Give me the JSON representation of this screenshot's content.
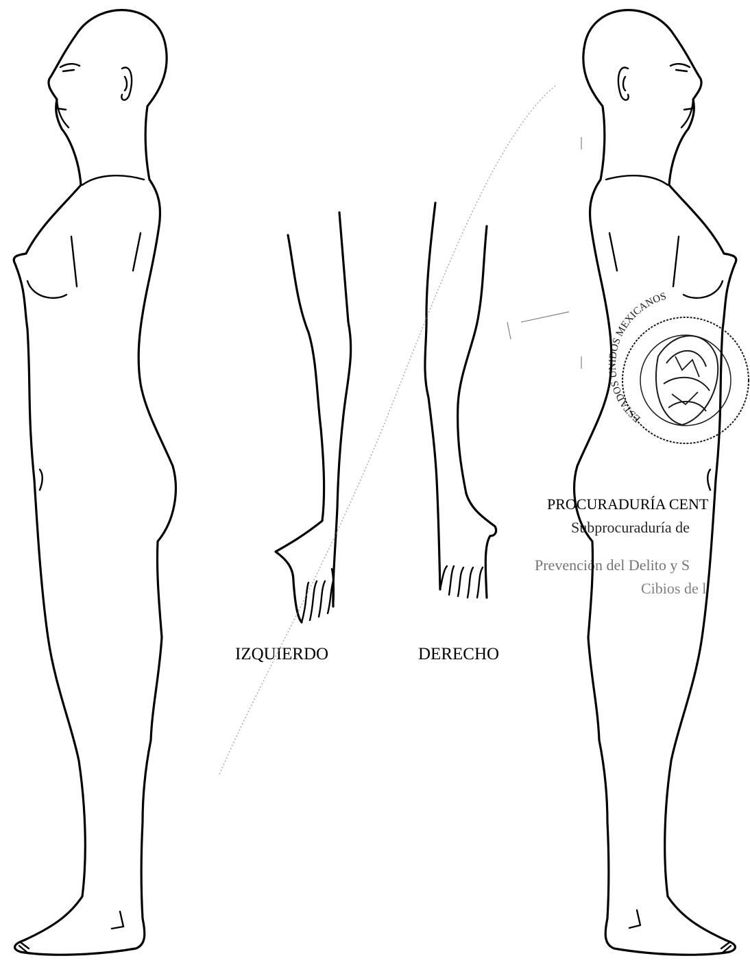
{
  "diagram": {
    "labels": {
      "left_arm": "IZQUIERDO",
      "right_arm": "DERECHO"
    },
    "stamp": {
      "ring_text": "ESTADOS UNIDOS MEXICANOS",
      "lines": [
        "PROCURADURÍA CENT",
        "Subprocuraduría de",
        "Prevención del Delito y S",
        "Cibios de l"
      ]
    },
    "colors": {
      "ink": "#000000",
      "background": "#ffffff"
    }
  }
}
